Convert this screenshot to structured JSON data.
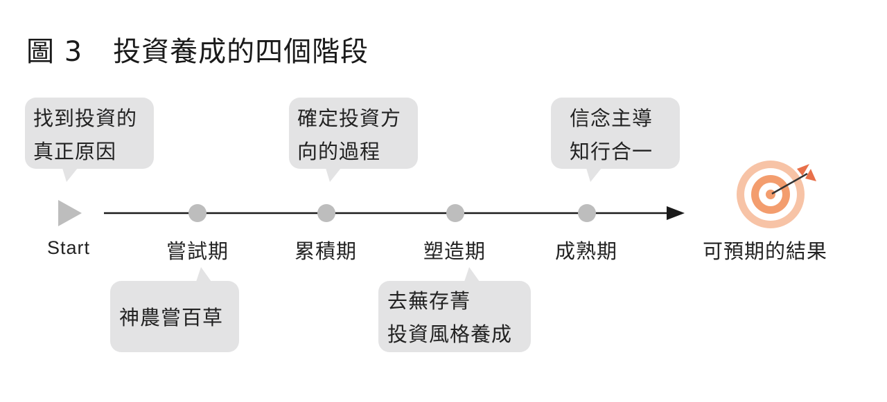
{
  "title": {
    "figure_number": "圖 3",
    "text": "投資養成的四個階段"
  },
  "start_label": "Start",
  "stages": [
    {
      "label": "嘗試期",
      "note": [
        "神農嘗百草"
      ]
    },
    {
      "label": "累積期",
      "note": [
        "確定投資方",
        "向的過程"
      ]
    },
    {
      "label": "塑造期",
      "note": [
        "去蕪存菁",
        "投資風格養成"
      ]
    },
    {
      "label": "成熟期",
      "note": [
        "信念主導",
        "知行合一"
      ]
    }
  ],
  "start_note": [
    "找到投資的",
    "真正原因"
  ],
  "goal_label": "可預期的結果",
  "icons": {
    "start": "play-triangle-icon",
    "goal": "target-arrow-icon"
  },
  "colors": {
    "bubble": "#e3e3e4",
    "node": "#bdbdbd",
    "line": "#1a1a1a",
    "target_outer": "#f7c3a6",
    "target_inner": "#f39d6e",
    "arrow": "#e8704a"
  }
}
